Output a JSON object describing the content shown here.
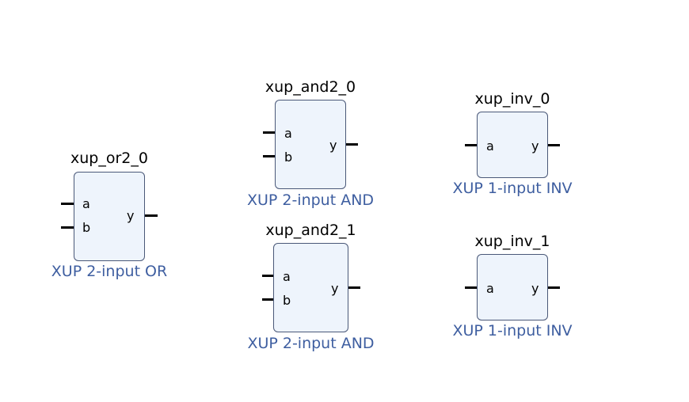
{
  "cells": [
    {
      "id": "xup-or2-0",
      "instance": "xup_or2_0",
      "type": "XUP 2-input OR",
      "inputs": [
        "a",
        "b"
      ],
      "output": "y"
    },
    {
      "id": "xup-and2-0",
      "instance": "xup_and2_0",
      "type": "XUP 2-input AND",
      "inputs": [
        "a",
        "b"
      ],
      "output": "y"
    },
    {
      "id": "xup-and2-1",
      "instance": "xup_and2_1",
      "type": "XUP 2-input AND",
      "inputs": [
        "a",
        "b"
      ],
      "output": "y"
    },
    {
      "id": "xup-inv-0",
      "instance": "xup_inv_0",
      "type": "XUP 1-input INV",
      "inputs": [
        "a"
      ],
      "output": "y"
    },
    {
      "id": "xup-inv-1",
      "instance": "xup_inv_1",
      "type": "XUP 1-input INV",
      "inputs": [
        "a"
      ],
      "output": "y"
    }
  ],
  "colors": {
    "box_fill": "#eef4fc",
    "box_border": "#4a5878",
    "type_label": "#3e5ea0",
    "pin": "#000000"
  }
}
